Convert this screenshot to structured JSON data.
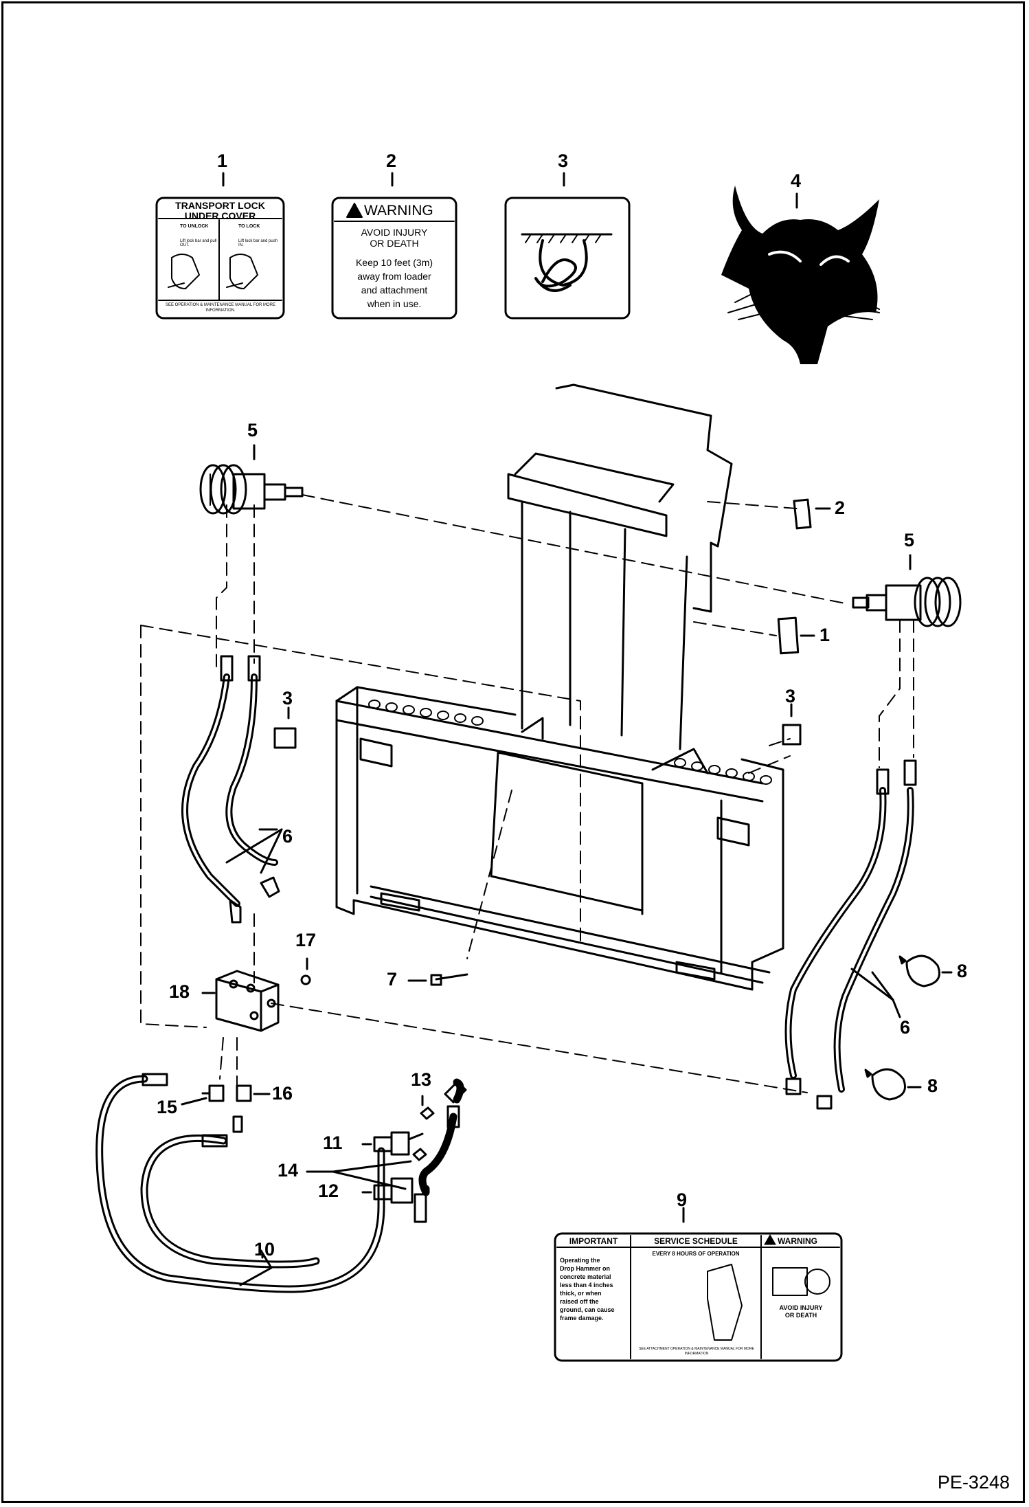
{
  "callouts": {
    "c1_top": "1",
    "c2_top": "2",
    "c3_top": "3",
    "c4_top": "4",
    "c5_left": "5",
    "c5_right": "5",
    "c2_right": "2",
    "c1_right": "1",
    "c3_right": "3",
    "c3_left": "3",
    "c6_left": "6",
    "c6_right": "6",
    "c7": "7",
    "c8_upper": "8",
    "c8_lower": "8",
    "c9": "9",
    "c10": "10",
    "c11": "11",
    "c12": "12",
    "c13": "13",
    "c14": "14",
    "c15": "15",
    "c16": "16",
    "c17": "17",
    "c18": "18"
  },
  "decal1": {
    "title_line1": "TRANSPORT LOCK",
    "title_line2": "UNDER COVER",
    "unlock_label": "TO UNLOCK",
    "lock_label": "TO LOCK",
    "unlock_text": "Lift lock bar and pull OUT.",
    "lock_text": "Lift lock bar and push IN.",
    "footer": "SEE OPERATION & MAINTENANCE MANUAL FOR MORE INFORMATION."
  },
  "decal2": {
    "header": "WARNING",
    "line1": "AVOID INJURY",
    "line2": "OR DEATH",
    "line3": "Keep 10 feet (3m)",
    "line4": "away from loader",
    "line5": "and attachment",
    "line6": "when in use."
  },
  "decal9": {
    "important": "IMPORTANT",
    "service": "SERVICE SCHEDULE",
    "warning": "WARNING",
    "every8": "EVERY 8 HOURS OF OPERATION",
    "important_text": [
      "Operating the",
      "Drop Hammer on",
      "concrete material",
      "less than 4 inches",
      "thick, or when",
      "raised off the",
      "ground, can cause",
      "frame damage."
    ],
    "avoid": "AVOID INJURY",
    "death": "OR DEATH",
    "footer": "SEE ATTACHMENT OPERATION & MAINTENANCE MANUAL FOR MORE INFORMATION"
  },
  "page_id": "PE-3248",
  "colors": {
    "ink": "#000000",
    "paper": "#ffffff"
  }
}
